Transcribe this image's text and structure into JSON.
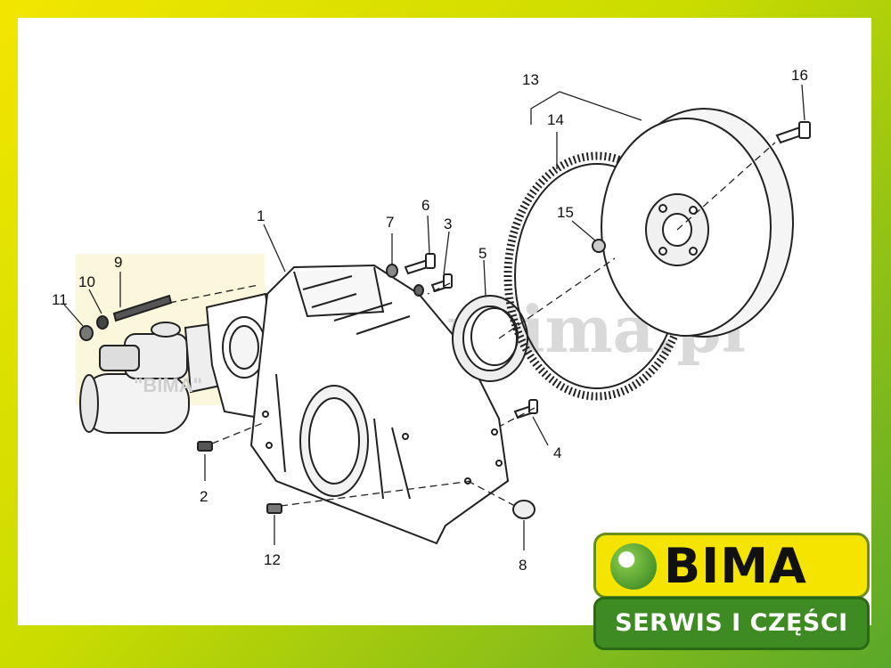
{
  "watermark": {
    "site": "www.bima.pl",
    "inner_label": "\"BIMA\""
  },
  "callouts": [
    {
      "id": "1",
      "label": "1"
    },
    {
      "id": "2",
      "label": "2"
    },
    {
      "id": "3",
      "label": "3"
    },
    {
      "id": "4",
      "label": "4"
    },
    {
      "id": "5",
      "label": "5"
    },
    {
      "id": "6",
      "label": "6"
    },
    {
      "id": "7",
      "label": "7"
    },
    {
      "id": "8",
      "label": "8"
    },
    {
      "id": "9",
      "label": "9"
    },
    {
      "id": "10",
      "label": "10"
    },
    {
      "id": "11",
      "label": "11"
    },
    {
      "id": "12",
      "label": "12"
    },
    {
      "id": "13",
      "label": "13"
    },
    {
      "id": "14",
      "label": "14"
    },
    {
      "id": "15",
      "label": "15"
    },
    {
      "id": "16",
      "label": "16"
    }
  ],
  "logo": {
    "brand": "BIMA",
    "tagline": "SERWIS I CZĘŚCI",
    "colors": {
      "yellow": "#f4e400",
      "green": "#3e8a23"
    }
  }
}
